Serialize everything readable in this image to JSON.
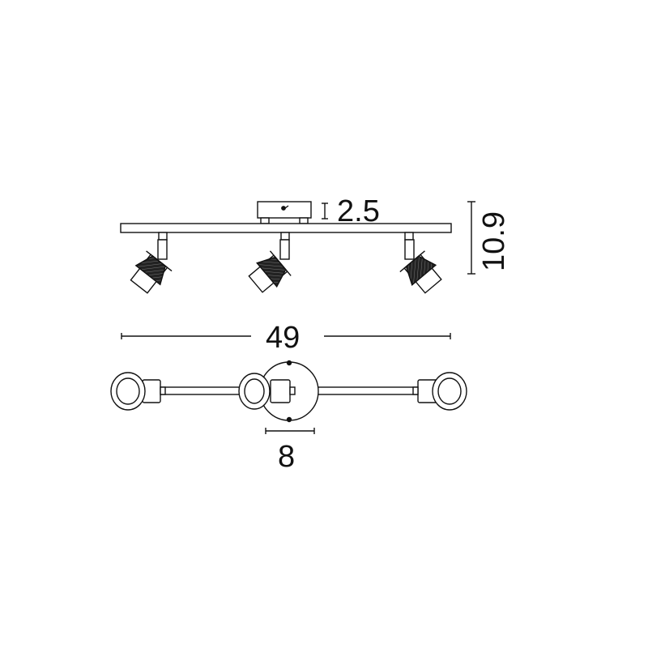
{
  "dimensions": {
    "height_short": "2.5",
    "width": "49",
    "base_diameter": "8",
    "height_total": "10.9"
  },
  "colors": {
    "line": "#111111",
    "background": "#ffffff",
    "lamp_fill": "#1a1a1a"
  },
  "icons": {
    "spotlight": "spotlight-icon"
  }
}
